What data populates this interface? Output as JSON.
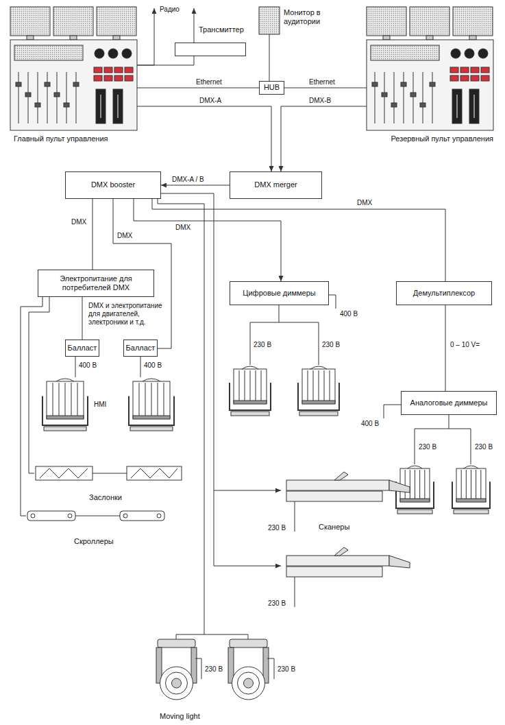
{
  "diagram": {
    "nodes": [
      {
        "text": [
          "Главный пульт управления"
        ]
      },
      {
        "text": [
          "Трансмиттер"
        ]
      },
      {
        "text": [
          "Монитор в аудитории"
        ]
      },
      {
        "text": [
          "HUB"
        ]
      },
      {
        "text": [
          "Резервный пульт управления"
        ]
      },
      {
        "text": [
          "DMX booster"
        ]
      },
      {
        "text": [
          "DMX merger"
        ]
      },
      {
        "text": [
          "Электропитание для потребителей DMX"
        ]
      },
      {
        "text": [
          "Цифровые диммеры"
        ]
      },
      {
        "text": [
          "Демультиплексор"
        ]
      },
      {
        "text": [
          "Балласт"
        ]
      },
      {
        "text": [
          "Балласт"
        ]
      },
      {
        "text": [
          "Аналоговые диммеры"
        ]
      },
      {
        "text": [
          "Заслонки"
        ]
      },
      {
        "text": [
          "Скроллеры"
        ]
      },
      {
        "text": [
          "Сканеры"
        ]
      },
      {
        "text": [
          "Moving light"
        ]
      }
    ],
    "edges": [
      {
        "from": 0,
        "to": 1,
        "arrow": "none"
      },
      {
        "from": 2,
        "to": 3,
        "arrow": "none"
      },
      {
        "from": 0,
        "to": 3,
        "arrow": "none",
        "label": "Ethernet"
      },
      {
        "from": 3,
        "to": 4,
        "arrow": "none",
        "label": "Ethernet"
      },
      {
        "from": 0,
        "to": 6,
        "arrow": "to",
        "label": "DMX-A"
      },
      {
        "from": 4,
        "to": 6,
        "arrow": "to",
        "label": "DMX-B"
      },
      {
        "from": 6,
        "to": 5,
        "arrow": "to",
        "label": "DMX-A / B"
      },
      {
        "from": 5,
        "to": 7,
        "arrow": "none",
        "label": "DMX"
      },
      {
        "from": 5,
        "to": 11,
        "arrow": "none",
        "label": "DMX"
      },
      {
        "from": 5,
        "to": 8,
        "arrow": "to",
        "label": "DMX"
      },
      {
        "from": 5,
        "to": 9,
        "arrow": "none",
        "label": "DMX"
      },
      {
        "from": 9,
        "to": 12,
        "arrow": "none",
        "label": "0 – 10 V="
      },
      {
        "from": 7,
        "to": 10,
        "arrow": "none"
      },
      {
        "from": 7,
        "to": 13,
        "arrow": "none"
      },
      {
        "from": 7,
        "to": 14,
        "arrow": "none"
      },
      {
        "from": 5,
        "to": 15,
        "arrow": "to"
      },
      {
        "from": 5,
        "to": 16,
        "arrow": "none"
      }
    ],
    "labels": [
      "Радио",
      "DMX и электропитание для двигателей, электроники и т.д.",
      "400 В",
      "400 В",
      "HMI",
      "400 В",
      "230 В",
      "230 В",
      "400 В",
      "230 В",
      "230 В",
      "230 В",
      "230 В",
      "230 В",
      "230 В"
    ]
  }
}
